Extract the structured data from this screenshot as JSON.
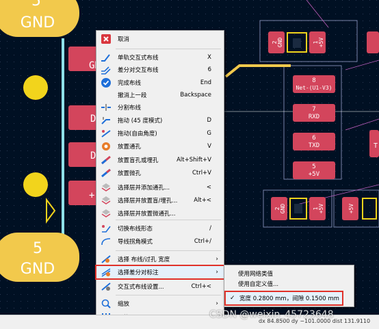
{
  "pcb": {
    "pad_labels": {
      "top_left_num": "5",
      "top_left_net": "GND",
      "bottom_left_num": "5",
      "bottom_left_net": "GND",
      "left_mid_partial": [
        "GN",
        "D",
        "D",
        "+"
      ],
      "right_pads": [
        {
          "num": "8",
          "net": "Net-(U1-V3)"
        },
        {
          "num": "7",
          "net": "RXD"
        },
        {
          "num": "6",
          "net": "TXD"
        },
        {
          "num": "5",
          "net": "+5V"
        }
      ],
      "top_right_pads": [
        {
          "num": "2",
          "net": "GND"
        },
        {
          "num": "1",
          "net": "+5V"
        }
      ],
      "bottom_right_pads": [
        {
          "num": "2",
          "net": "GND"
        },
        {
          "num": "1",
          "net": "+5V"
        },
        {
          "num": "",
          "net": "+5V"
        }
      ],
      "far_right_partial": "T"
    }
  },
  "menu": {
    "items": [
      {
        "label": "取消",
        "shortcut": "",
        "icon": "cancel-icon"
      },
      {
        "label": "单轨交互式布线",
        "shortcut": "X",
        "icon": "route-single-icon"
      },
      {
        "label": "差分对交互布线",
        "shortcut": "6",
        "icon": "route-diff-icon"
      },
      {
        "label": "完成布线",
        "shortcut": "End",
        "icon": "check-icon"
      },
      {
        "label": "撤消上一段",
        "shortcut": "Backspace",
        "icon": ""
      },
      {
        "label": "分割布线",
        "shortcut": "",
        "icon": "break-track-icon"
      },
      {
        "label": "拖动 (45 度模式)",
        "shortcut": "D",
        "icon": "drag-45-icon"
      },
      {
        "label": "拖动(自由角度)",
        "shortcut": "G",
        "icon": "drag-free-icon"
      },
      {
        "label": "放置通孔",
        "shortcut": "V",
        "icon": "via-icon"
      },
      {
        "label": "放置盲孔或埋孔",
        "shortcut": "Alt+Shift+V",
        "icon": "blind-via-icon"
      },
      {
        "label": "放置微孔",
        "shortcut": "Ctrl+V",
        "icon": "micro-via-icon"
      },
      {
        "label": "选择层并添加通孔...",
        "shortcut": "<",
        "icon": "layer-via-icon"
      },
      {
        "label": "选择层并放置盲/埋孔...",
        "shortcut": "Alt+<",
        "icon": "layer-blind-icon"
      },
      {
        "label": "选择层并放置微通孔...",
        "shortcut": "",
        "icon": "layer-micro-icon"
      },
      {
        "label": "切换布线形态",
        "shortcut": "/",
        "icon": "posture-icon"
      },
      {
        "label": "导线拐角模式",
        "shortcut": "Ctrl+/",
        "icon": "corner-icon"
      },
      {
        "label": "选择 布线/过孔 宽度",
        "shortcut": "",
        "icon": "width-icon",
        "submenu": true
      },
      {
        "label": "选择差分对标注",
        "shortcut": "",
        "icon": "diff-dim-icon",
        "submenu": true,
        "highlighted": true
      },
      {
        "label": "交互式布线设置...",
        "shortcut": "Ctrl+<",
        "icon": "settings-icon"
      },
      {
        "label": "缩放",
        "shortcut": "",
        "icon": "zoom-icon",
        "submenu": true
      },
      {
        "label": "网格",
        "shortcut": "",
        "icon": "grid-icon",
        "submenu": true
      }
    ]
  },
  "submenu": {
    "items": [
      {
        "label": "使用网络类值",
        "checked": false
      },
      {
        "label": "使用自定义值...",
        "checked": false
      },
      {
        "label": "宽度 0.2800 mm，间隙 0.1500 mm",
        "checked": true,
        "highlighted": true
      }
    ]
  },
  "status": {
    "coords": "dx 84.8500  dy −101.0000  dist 131.9110"
  },
  "watermark": "CSDN @weixin_45723648",
  "colors": {
    "board_bg": "#001023",
    "pad": "#d3455c",
    "pad_text": "#ffffff",
    "silk": "#8fe0e8",
    "gold": "#f2c94c",
    "track_yellow": "#f2c94c",
    "ratsnest": "#c060c0",
    "highlight_red": "#e0322a"
  }
}
